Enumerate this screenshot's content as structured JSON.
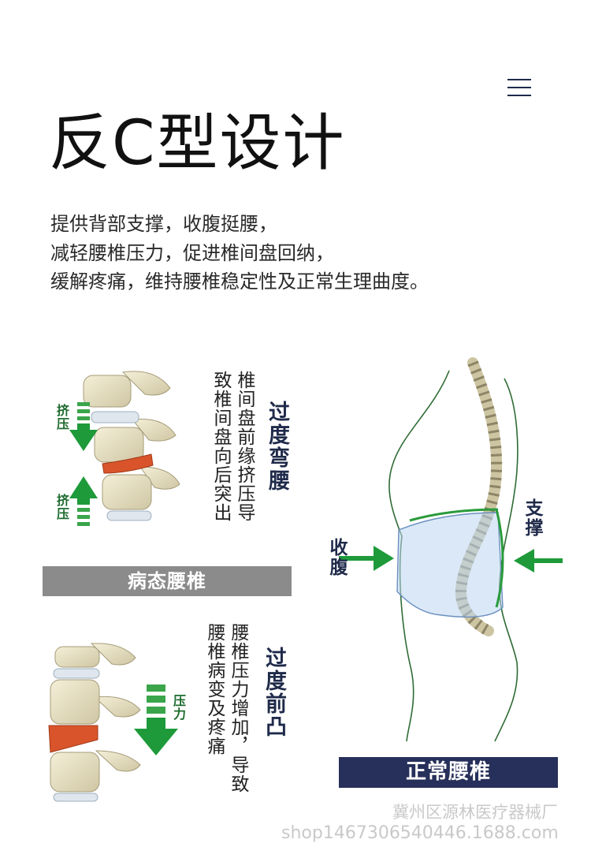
{
  "title": "反C型设计",
  "description": [
    "提供背部支撑，收腹挺腰，",
    "减轻腰椎压力，促进椎间盘回纳，",
    "缓解疼痛，维持腰椎稳定性及正常生理曲度。"
  ],
  "top_panel": {
    "heading": "过度弯腰",
    "text_col1": "椎间盘前缘挤压导",
    "text_col2": "致椎间盘向后突出",
    "arrow_label_top": "挤压",
    "arrow_label_bottom": "挤压",
    "caption": "病态腰椎"
  },
  "bottom_panel": {
    "heading": "过度前凸",
    "text_col1": "腰椎压力增加，导致",
    "text_col2": "腰椎病变及疼痛",
    "arrow_label": "压力"
  },
  "right_panel": {
    "left_label": "收腹",
    "right_label": "支撑",
    "caption": "正常腰椎"
  },
  "watermark": {
    "line1": "冀州区源林医疗器械厂",
    "line2": "shop1467306540446.1688.com"
  },
  "colors": {
    "accent_green": "#1e9a3a",
    "dark_navy": "#27305a",
    "gray_bar": "#8b8b8b",
    "disc_red": "#d9542a"
  },
  "icons": [
    "menu-icon",
    "down-arrow-icon",
    "up-arrow-icon",
    "right-arrow-icon",
    "left-arrow-icon"
  ]
}
